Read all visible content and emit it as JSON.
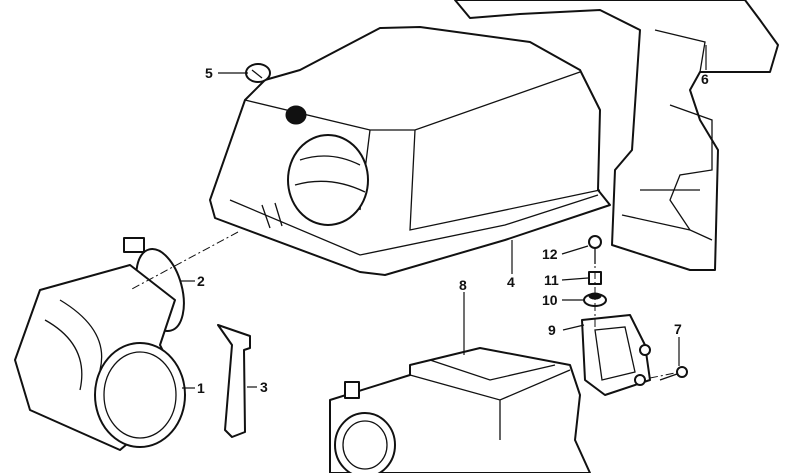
{
  "callouts": {
    "p1": "1",
    "p2": "2",
    "p3": "3",
    "p4": "4",
    "p5": "5",
    "p6": "6",
    "p7": "7",
    "p8": "8",
    "p9": "9",
    "p10": "10",
    "p11": "11",
    "p12": "12"
  }
}
